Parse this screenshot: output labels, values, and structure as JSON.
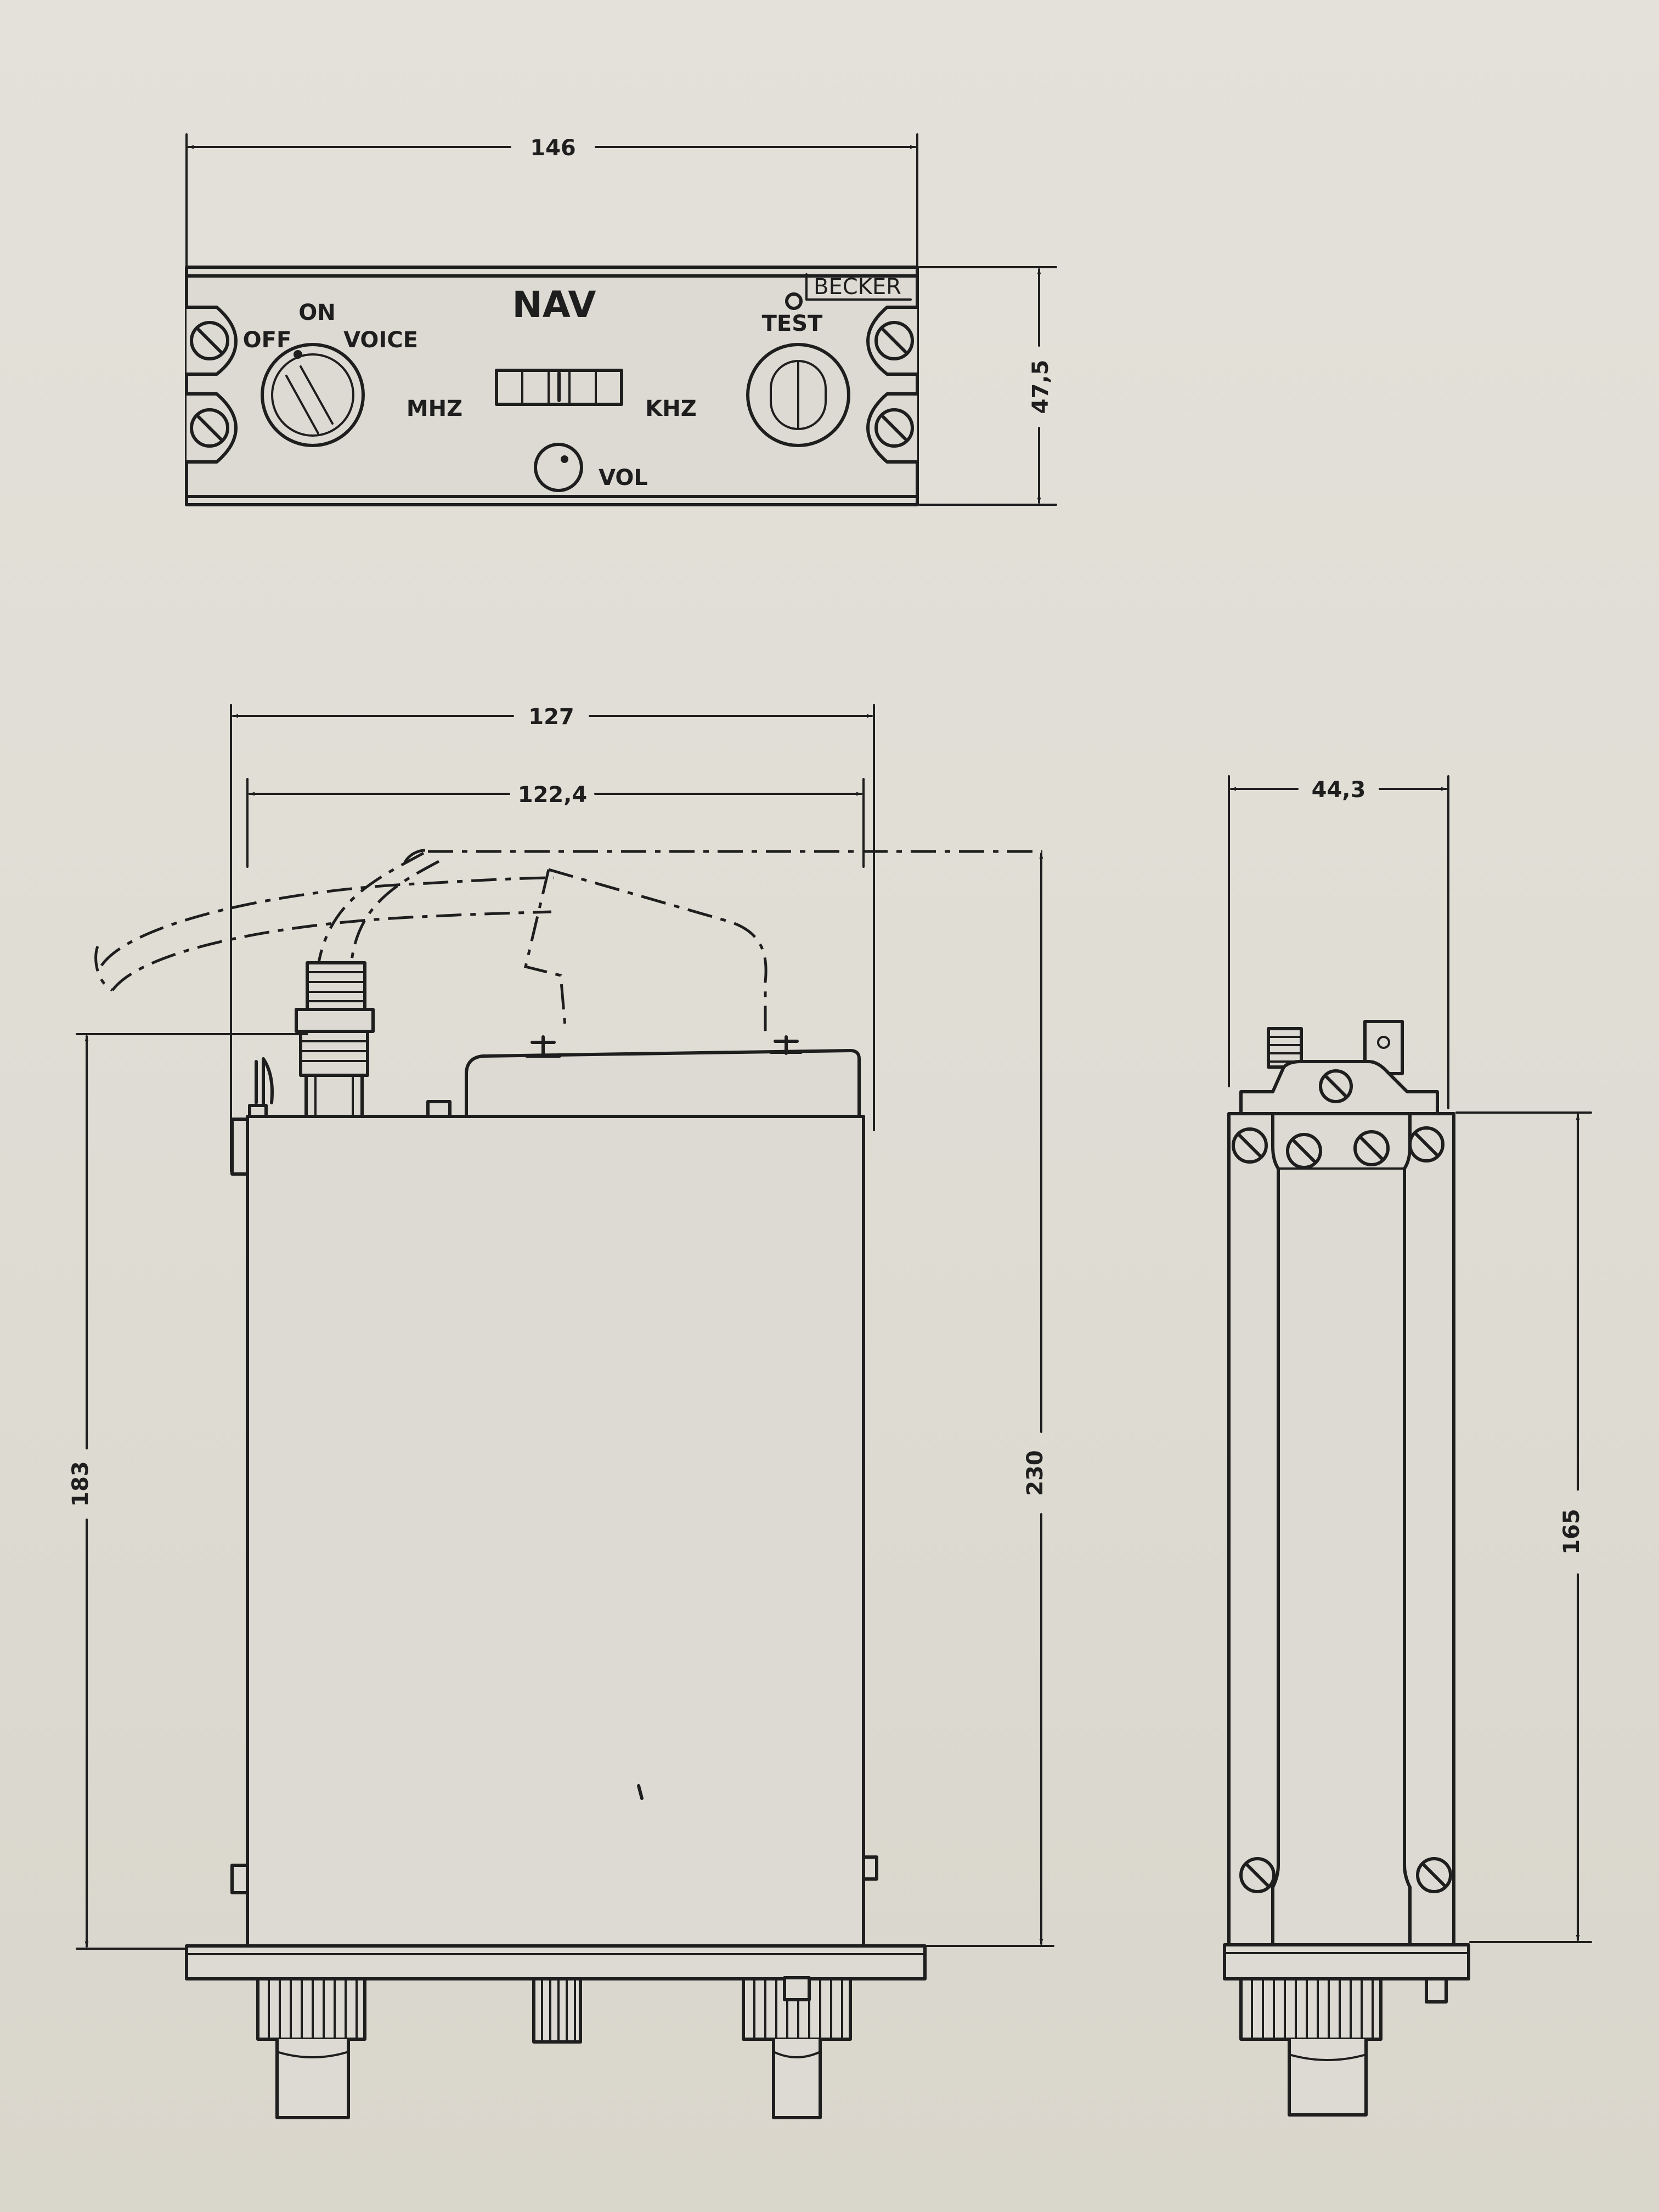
{
  "front_panel": {
    "brand": "BECKER",
    "title": "NAV",
    "on_label": "ON",
    "off_label": "OFF",
    "voice_label": "VOICE",
    "test_label": "TEST",
    "mhz_label": "MHZ",
    "khz_label": "KHZ",
    "vol_label": "VOL"
  },
  "dimensions": {
    "panel_width": "146",
    "panel_height": "47,5",
    "body_width_outer": "127",
    "body_width_inner": "122,4",
    "side_depth": "44,3",
    "height_left": "183",
    "height_overall": "230",
    "height_side": "165"
  },
  "colors": {
    "paper": "#e2e0d8",
    "ink": "#1e1e1e"
  }
}
